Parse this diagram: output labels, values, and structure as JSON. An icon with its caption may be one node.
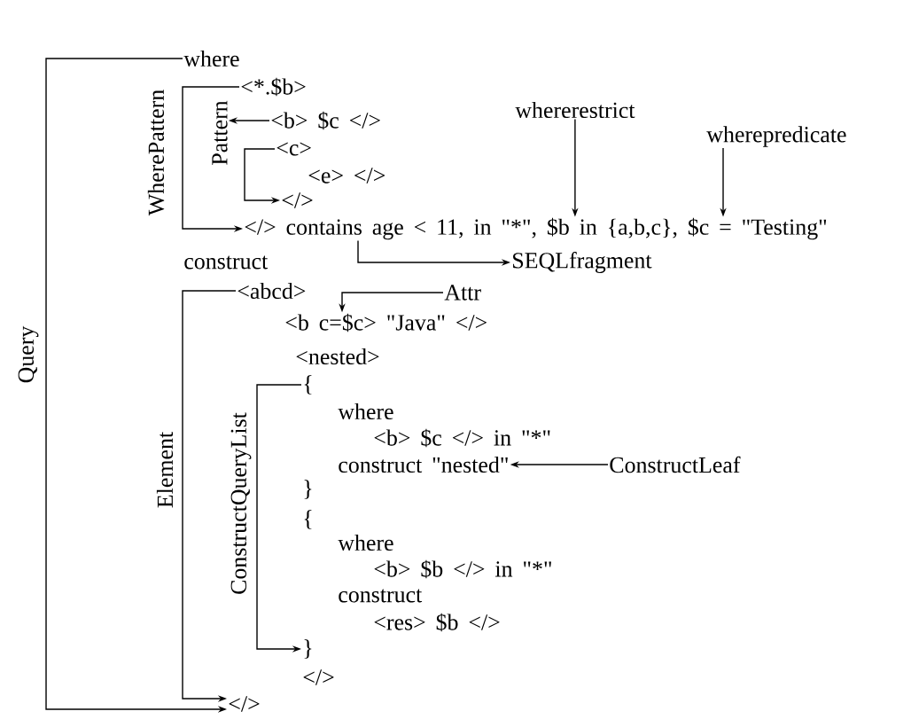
{
  "diagram": {
    "nodes": [
      {
        "text": [
          "where"
        ]
      },
      {
        "text": [
          "<*.$b>"
        ]
      },
      {
        "text": [
          "whererestrict"
        ]
      },
      {
        "text": [
          "Pattern"
        ]
      },
      {
        "text": [
          "<b> $c </>"
        ]
      },
      {
        "text": [
          "wherepredicate"
        ]
      },
      {
        "text": [
          "<c>"
        ]
      },
      {
        "text": [
          "</>"
        ]
      },
      {
        "text": [
          "</> contains age < 11, in \"*\", $b in {a,b,c}, $c = \"Testing\""
        ]
      },
      {
        "text": [
          "SEQLfragment"
        ]
      },
      {
        "text": [
          "<abcd>"
        ]
      },
      {
        "text": [
          "Attr"
        ]
      },
      {
        "text": [
          "<b c=$c> \"Java\" </>"
        ]
      },
      {
        "text": [
          "{"
        ]
      },
      {
        "text": [
          "construct \"nested\""
        ]
      },
      {
        "text": [
          "ConstructLeaf"
        ]
      },
      {
        "text": [
          "}"
        ]
      },
      {
        "text": [
          "</>"
        ]
      }
    ],
    "edges": [
      {
        "from": 0,
        "to": 17,
        "arrow": "to",
        "label": "Query"
      },
      {
        "from": 1,
        "to": 8,
        "arrow": "to",
        "label": "WherePattern"
      },
      {
        "from": 4,
        "to": 3,
        "arrow": "to"
      },
      {
        "from": 6,
        "to": 7,
        "arrow": "to"
      },
      {
        "from": 2,
        "to": 8,
        "arrow": "to"
      },
      {
        "from": 5,
        "to": 8,
        "arrow": "to"
      },
      {
        "from": 8,
        "to": 9,
        "arrow": "to"
      },
      {
        "from": 11,
        "to": 12,
        "arrow": "to"
      },
      {
        "from": 10,
        "to": 17,
        "arrow": "to",
        "label": "Element"
      },
      {
        "from": 13,
        "to": 16,
        "arrow": "to",
        "label": "ConstructQueryList"
      },
      {
        "from": 15,
        "to": 14,
        "arrow": "to"
      }
    ],
    "labels": [
      "<e> </>",
      "construct",
      "<nested>",
      "where",
      "<b> $c </> in \"*\"",
      "}",
      "{",
      "where",
      "<b> $b </> in \"*\"",
      "construct",
      "<res> $b </>",
      "</>"
    ]
  }
}
